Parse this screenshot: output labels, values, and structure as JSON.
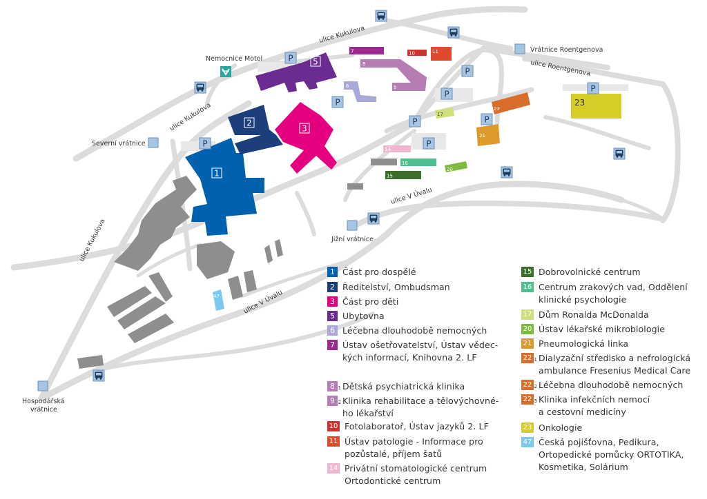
{
  "colors": {
    "c1": "#0061ae",
    "c2": "#1c3f7c",
    "c3": "#e4007f",
    "c5": "#6b2c91",
    "c6": "#a9a8d6",
    "c7": "#9b2a8e",
    "c8": "#b57db4",
    "c10": "#cc3333",
    "c11": "#e04a2c",
    "c14": "#f0b6d2",
    "c15": "#3c6e2c",
    "c16": "#4fbf8f",
    "c17": "#cfe07a",
    "c20": "#7fba3e",
    "c21": "#dc9b2a",
    "c22": "#d96d2b",
    "c23": "#d7cd27",
    "c47": "#7cc7ec",
    "gray": "#8e8e8e",
    "road": "#dcdcdc",
    "park": "#a6c4e3"
  },
  "map": {
    "streets": {
      "kukulova_top": "ulice Kukulova",
      "kukulova_mid": "ulice Kukulova",
      "kukulova_left": "ulice Kukulova",
      "roentgenova": "ulice Roentgenova",
      "v_uvalu_mid": "ulice V Úvalu",
      "v_uvalu_low": "ulice V Úvalu"
    },
    "places": {
      "nemocnice_motol": "Nemocnice Motol",
      "vratnice_roentgenova": "Vrátnice Roentgenova",
      "severni_vratnice": "Severní vrátnice",
      "jizni_vratnice": "Jižní vrátnice",
      "hospodarska_line1": "Hospodářská",
      "hospodarska_line2": "vrátnice"
    },
    "parking_letter": "P",
    "buildings": {
      "b1": "1",
      "b2": "2",
      "b3": "3",
      "b5": "5",
      "b6": "6",
      "b7": "7",
      "b8": "8",
      "b9": "9",
      "b10": "10",
      "b11": "11",
      "b14": "14",
      "b15": "15",
      "b16": "16",
      "b17": "17",
      "b20": "20",
      "b21": "21",
      "b22": "22",
      "b23": "23",
      "b47": "47"
    }
  },
  "legend": [
    {
      "num": "1",
      "sub": "",
      "color": "#0061ae",
      "text": "Část pro dospělé"
    },
    {
      "num": "2",
      "sub": "",
      "color": "#1c3f7c",
      "text": "Ředitelství, Ombudsman"
    },
    {
      "num": "3",
      "sub": "",
      "color": "#e4007f",
      "text": "Část pro děti"
    },
    {
      "num": "5",
      "sub": "",
      "color": "#6b2c91",
      "text": "Ubytovna"
    },
    {
      "num": "6",
      "sub": "",
      "color": "#a9a8d6",
      "text": "Léčebna dlouhodobě nemocných"
    },
    {
      "num": "7",
      "sub": "",
      "color": "#9b2a8e",
      "text": "Ústav ošetřovatelství, Ústav vědec-\nkých informací, Knihovna 2. LF"
    },
    {
      "num": "8",
      "sub": "1",
      "color": "#b57db4",
      "text": "Dětská psychiatrická klinika"
    },
    {
      "num": "9",
      "sub": "2",
      "color": "#b57db4",
      "text": "Klinika rehabilitace a tělovýchovné-\nho lékařství"
    },
    {
      "num": "10",
      "sub": "",
      "color": "#cc3333",
      "text": "Fotolaboratoř, Ústav jazyků 2. LF"
    },
    {
      "num": "11",
      "sub": "",
      "color": "#e04a2c",
      "text": "Ústav patologie - Informace pro\npozůstalé, příjem šatů"
    },
    {
      "num": "14",
      "sub": "",
      "color": "#f0b6d2",
      "text": "Privátní stomatologické centrum\nOrtodontické centrum"
    },
    {
      "num": "15",
      "sub": "",
      "color": "#3c6e2c",
      "text": "Dobrovolnické centrum"
    },
    {
      "num": "16",
      "sub": "",
      "color": "#4fbf8f",
      "text": "Centrum zrakových vad, Oddělení\nklinické psychologie"
    },
    {
      "num": "17",
      "sub": "",
      "color": "#cfe07a",
      "text": "Dům Ronalda McDonalda"
    },
    {
      "num": "20",
      "sub": "",
      "color": "#7fba3e",
      "text": "Ústav lékařské mikrobiologie"
    },
    {
      "num": "21",
      "sub": "",
      "color": "#dc9b2a",
      "text": "Pneumologická linka"
    },
    {
      "num": "22",
      "sub": "1",
      "color": "#d96d2b",
      "text": "Dialyzační středisko a nefrologická\nambulance Fresenius Medical Care"
    },
    {
      "num": "22",
      "sub": "2",
      "color": "#d96d2b",
      "text": "Léčebna dlouhodobě nemocných"
    },
    {
      "num": "22",
      "sub": "3",
      "color": "#d96d2b",
      "text": "Klinika infekčních nemocí\na cestovní medicíny"
    },
    {
      "num": "23",
      "sub": "",
      "color": "#d7cd27",
      "text": "Onkologie"
    },
    {
      "num": "47",
      "sub": "",
      "color": "#7cc7ec",
      "text": "Česká pojišťovna, Pedikura,\nOrtopedické pomůcky ORTOTIKA,\nKosmetika, Solárium"
    }
  ]
}
